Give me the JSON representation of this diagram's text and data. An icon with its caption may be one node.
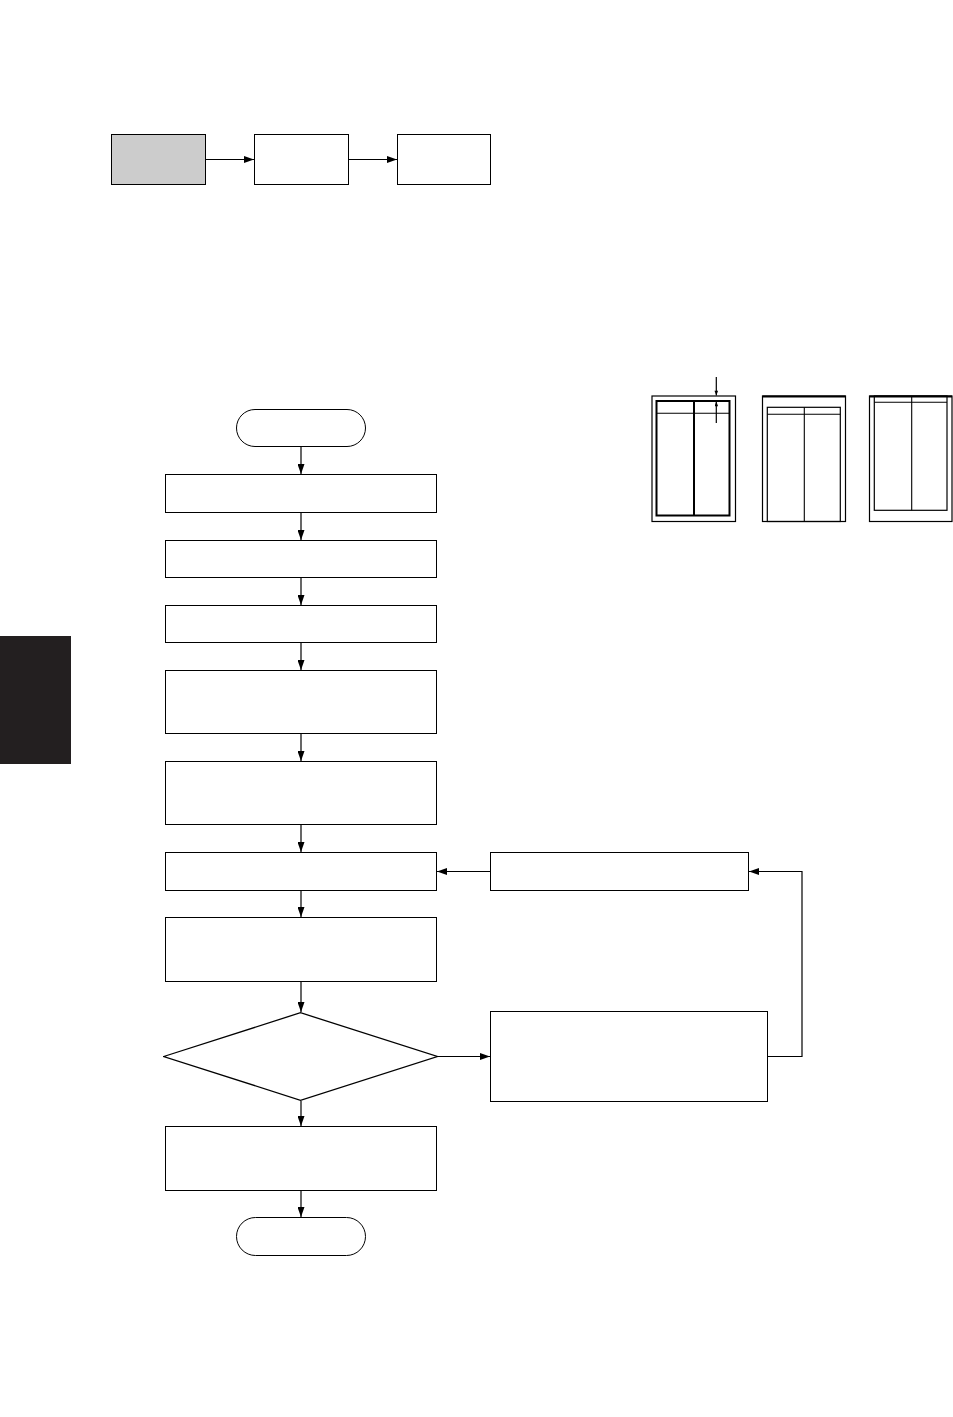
{
  "diagram": {
    "nodes": [
      {
        "text": [],
        "shape": "box"
      },
      {
        "text": [],
        "shape": "box"
      },
      {
        "text": [],
        "shape": "box"
      },
      {
        "text": [],
        "shape": "oval"
      },
      {
        "text": [],
        "shape": "box"
      },
      {
        "text": [],
        "shape": "box"
      },
      {
        "text": [],
        "shape": "box"
      },
      {
        "text": [],
        "shape": "box"
      },
      {
        "text": [],
        "shape": "box"
      },
      {
        "text": [],
        "shape": "box"
      },
      {
        "text": [],
        "shape": "box"
      },
      {
        "text": [],
        "shape": "box"
      },
      {
        "text": [],
        "shape": "diamond"
      },
      {
        "text": [],
        "shape": "box"
      },
      {
        "text": [],
        "shape": "box"
      },
      {
        "text": [],
        "shape": "oval"
      },
      {
        "text": [],
        "shape": "bar"
      }
    ],
    "edges": [
      {
        "from": 0,
        "to": 1,
        "arrow": "to"
      },
      {
        "from": 1,
        "to": 2,
        "arrow": "to"
      },
      {
        "from": 3,
        "to": 4,
        "arrow": "to"
      },
      {
        "from": 4,
        "to": 5,
        "arrow": "to"
      },
      {
        "from": 5,
        "to": 6,
        "arrow": "to"
      },
      {
        "from": 6,
        "to": 7,
        "arrow": "to"
      },
      {
        "from": 7,
        "to": 8,
        "arrow": "to"
      },
      {
        "from": 8,
        "to": 9,
        "arrow": "to"
      },
      {
        "from": 10,
        "to": 9,
        "arrow": "to"
      },
      {
        "from": 9,
        "to": 11,
        "arrow": "to"
      },
      {
        "from": 11,
        "to": 12,
        "arrow": "to"
      },
      {
        "from": 12,
        "to": 13,
        "arrow": "to"
      },
      {
        "from": 12,
        "to": 14,
        "arrow": "to"
      },
      {
        "from": 14,
        "to": 15,
        "arrow": "to"
      },
      {
        "from": 13,
        "to": 10,
        "arrow": "to"
      }
    ]
  }
}
